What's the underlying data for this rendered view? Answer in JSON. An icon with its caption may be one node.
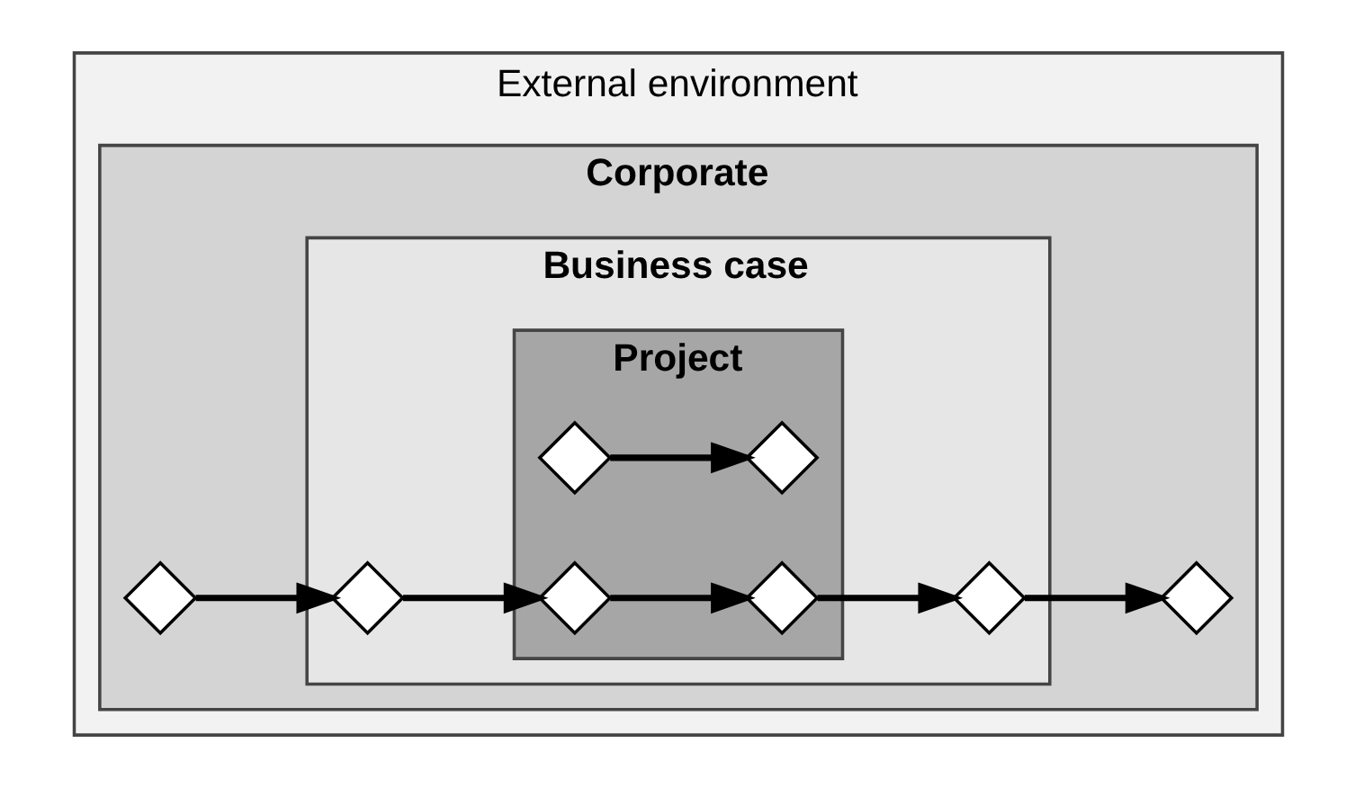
{
  "diagram": {
    "nodes": [
      {
        "text": [
          "External environment"
        ]
      },
      {
        "text": [
          "Corporate"
        ],
        "in": 0
      },
      {
        "text": [
          "Business case"
        ],
        "in": 1
      },
      {
        "text": [
          "Project"
        ],
        "in": 2
      },
      {
        "text": [],
        "shape": "diamond",
        "in": 1
      },
      {
        "text": [],
        "shape": "diamond",
        "in": 2
      },
      {
        "text": [],
        "shape": "diamond",
        "in": 3
      },
      {
        "text": [],
        "shape": "diamond",
        "in": 3
      },
      {
        "text": [],
        "shape": "diamond",
        "in": 2
      },
      {
        "text": [],
        "shape": "diamond",
        "in": 1
      },
      {
        "text": [],
        "shape": "diamond",
        "in": 3
      },
      {
        "text": [],
        "shape": "diamond",
        "in": 3
      }
    ],
    "edges": [
      {
        "from": 4,
        "to": 5,
        "arrow": "to"
      },
      {
        "from": 6,
        "to": 7,
        "arrow": "to"
      },
      {
        "from": 8,
        "to": 9,
        "arrow": "to"
      },
      {
        "from": 5,
        "to": 10,
        "arrow": "to"
      },
      {
        "from": 10,
        "to": 11,
        "arrow": "to"
      },
      {
        "from": 11,
        "to": 8,
        "arrow": "to"
      }
    ]
  }
}
